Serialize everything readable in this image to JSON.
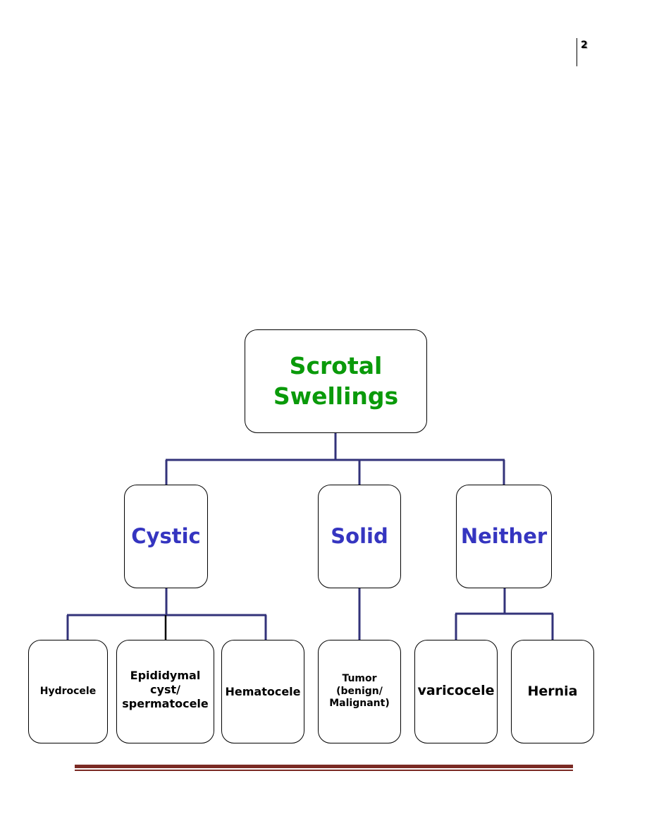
{
  "page": {
    "number": "2"
  },
  "diagram": {
    "root": {
      "lines": [
        "Scrotal",
        "Swellings"
      ],
      "color": "#0a9a0a"
    },
    "categories": [
      {
        "label": "Cystic",
        "color": "#3535c0"
      },
      {
        "label": "Solid",
        "color": "#3535c0"
      },
      {
        "label": "Neither",
        "color": "#3535c0"
      }
    ],
    "leaves": {
      "hydrocele": [
        "Hydrocele"
      ],
      "epididymal": [
        "Epididymal",
        "cyst/",
        "spermatocele"
      ],
      "hematocele": [
        "Hematocele"
      ],
      "tumor": [
        "Tumor",
        "(benign/",
        "Malignant)"
      ],
      "varicocele": [
        "varicocele"
      ],
      "hernia": [
        "Hernia"
      ]
    },
    "connector_color": "#33337a",
    "footer_rule_color": "#7a2a24"
  }
}
